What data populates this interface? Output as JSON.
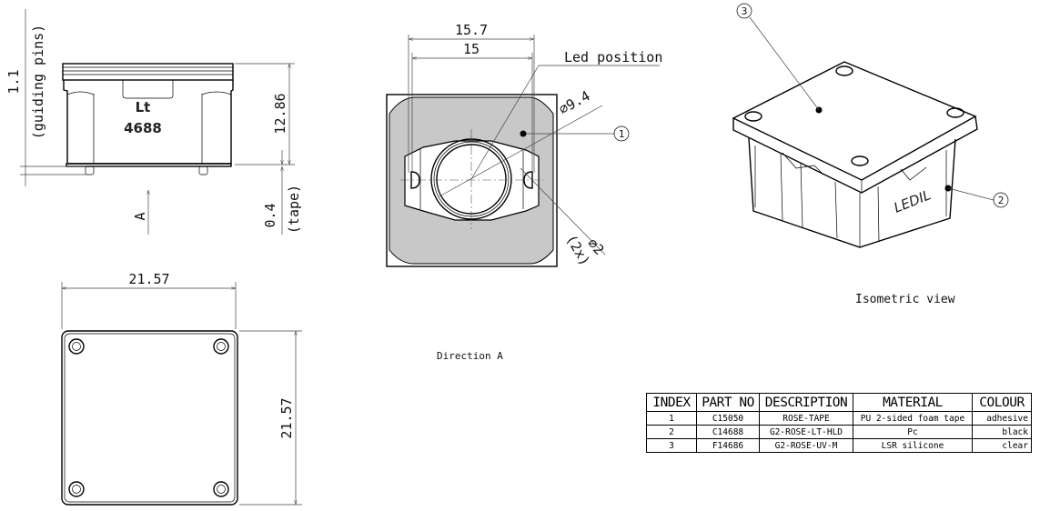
{
  "side_view": {
    "label_line1": "Lt",
    "label_line2": "4688",
    "dim_pins": "1.1",
    "dim_pins_note": "(guiding pins)",
    "dim_height": "12.86",
    "dim_tape": "0.4",
    "dim_tape_note": "(tape)",
    "direction_marker": "A"
  },
  "bottom_view": {
    "dim_width": "21.57",
    "dim_height": "21.57"
  },
  "direction_view": {
    "dim_outer": "15.7",
    "dim_inner": "15",
    "led_note": "Led position",
    "dim_lens": "⌀9.4",
    "dim_pin": "⌀2",
    "dim_pin_count": "(2x)",
    "balloon": "1",
    "caption": "Direction A"
  },
  "isometric_view": {
    "balloon_top": "3",
    "balloon_side": "2",
    "brand": "LEDIL",
    "caption": "Isometric view"
  },
  "parts_table": {
    "headers": [
      "INDEX",
      "PART NO",
      "DESCRIPTION",
      "MATERIAL",
      "COLOUR"
    ],
    "rows": [
      [
        "1",
        "C15050",
        "ROSE-TAPE",
        "PU 2-sided foam tape",
        "adhesive"
      ],
      [
        "2",
        "C14688",
        "G2-ROSE-LT-HLD",
        "Pc",
        "black"
      ],
      [
        "3",
        "F14686",
        "G2-ROSE-UV-M",
        "LSR silicone",
        "clear"
      ]
    ]
  },
  "colors": {
    "fill_tape": "#c8c8c8",
    "line": "#000000"
  }
}
